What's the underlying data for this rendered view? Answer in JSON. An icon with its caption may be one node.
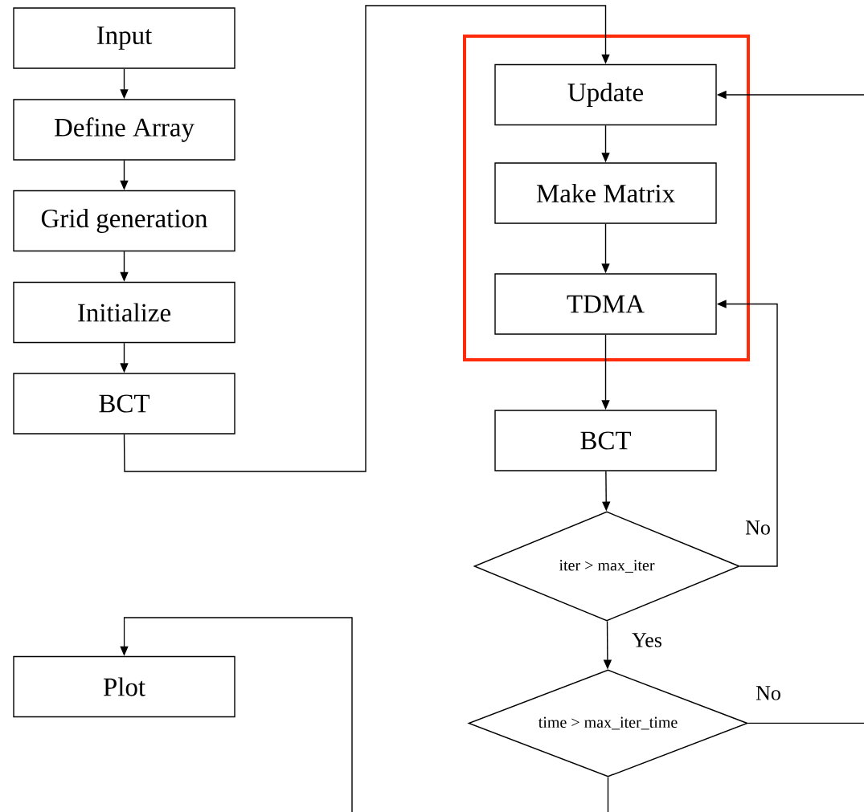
{
  "diagram": {
    "nodes": [
      {
        "text": [
          "Input"
        ]
      },
      {
        "text": [
          "Define Array"
        ]
      },
      {
        "text": [
          "Grid generation"
        ]
      },
      {
        "text": [
          "Initialize"
        ]
      },
      {
        "text": [
          "BCT"
        ]
      },
      {
        "text": [],
        "shape": "box"
      },
      {
        "text": [
          "Update"
        ],
        "in": 5
      },
      {
        "text": [
          "Make Matrix"
        ],
        "in": 5
      },
      {
        "text": [
          "TDMA"
        ],
        "in": 5
      },
      {
        "text": [
          "BCT"
        ]
      },
      {
        "text": [
          "iter > max_iter"
        ]
      },
      {
        "text": [
          "time > max_iter_time"
        ]
      },
      {
        "text": [
          "Plot"
        ]
      }
    ],
    "edges": [
      {
        "from": 0,
        "to": 1,
        "arrow": "to"
      },
      {
        "from": 1,
        "to": 2,
        "arrow": "to"
      },
      {
        "from": 2,
        "to": 3,
        "arrow": "to"
      },
      {
        "from": 3,
        "to": 4,
        "arrow": "to"
      },
      {
        "from": 4,
        "to": 6,
        "arrow": "to"
      },
      {
        "from": 6,
        "to": 7,
        "arrow": "to"
      },
      {
        "from": 7,
        "to": 8,
        "arrow": "to"
      },
      {
        "from": 8,
        "to": 9,
        "arrow": "to"
      },
      {
        "from": 9,
        "to": 10,
        "arrow": "to"
      },
      {
        "from": 10,
        "to": 8,
        "arrow": "to",
        "label": "No"
      },
      {
        "from": 10,
        "to": 11,
        "arrow": "to",
        "label": "Yes"
      },
      {
        "from": 11,
        "to": null,
        "arrow": "none",
        "label": "No"
      },
      {
        "from": null,
        "to": 6,
        "arrow": "to"
      },
      {
        "from": 11,
        "to": null,
        "arrow": "none"
      },
      {
        "from": null,
        "to": 12,
        "arrow": "to"
      }
    ]
  }
}
